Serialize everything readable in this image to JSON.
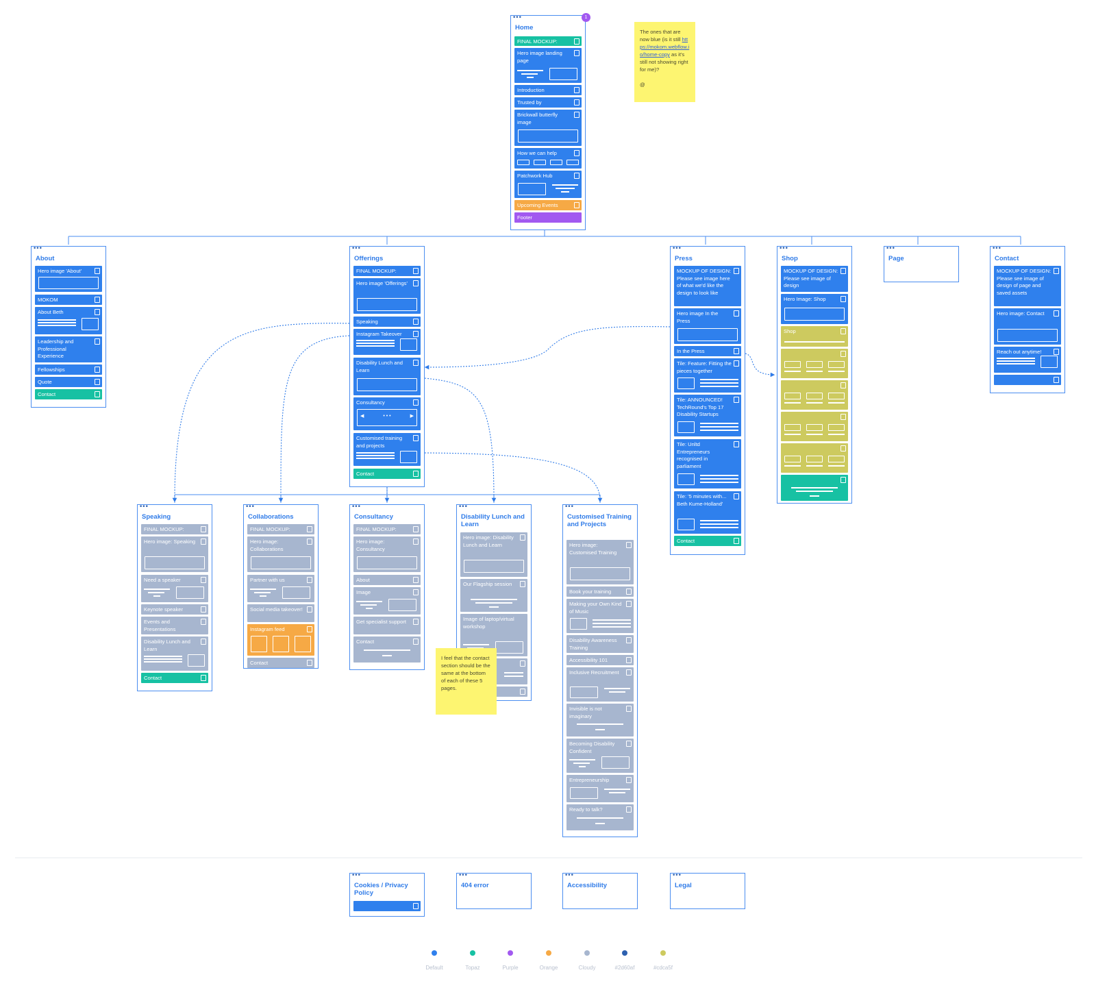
{
  "home": {
    "title": "Home",
    "badge": "1",
    "sections": [
      "FINAL MOCKUP:",
      "Hero image landing page",
      "Introduction",
      "Trusted by",
      "Brickwall butterfly image",
      "How we can help",
      "Patchwork Hub",
      "Upcoming Events",
      "Footer"
    ]
  },
  "about": {
    "title": "About",
    "sections": [
      "Hero image 'About'",
      "MOKOM",
      "About Beth",
      "Leadership and Professional Experience",
      "Fellowships",
      "Quote",
      "Contact"
    ]
  },
  "offerings": {
    "title": "Offerings",
    "sections": [
      "FINAL MOCKUP:",
      "Hero image 'Offerings'",
      "Speaking",
      "Instagram Takeover",
      "Disability Lunch and Learn",
      "Consultancy",
      "Customised training and projects",
      "Contact"
    ]
  },
  "press": {
    "title": "Press",
    "sections": [
      "MOCKUP OF DESIGN: Please see image here of what we'd like the design to look like",
      "Hero image In the Press",
      "In the Press",
      "Tile: Feature: Fitting the pieces together",
      "Tile: ANNOUNCED! TechRound's Top 17 Disability Startups",
      "Tile: Unltd Entrepreneurs recognised in parliament",
      "Tile: '5 minutes with... Beth Kume-Holland'",
      "Contact"
    ]
  },
  "shop": {
    "title": "Shop",
    "sections": [
      "MOCKUP OF DESIGN: Please see image of design",
      "Hero Image: Shop",
      "Shop"
    ]
  },
  "page": {
    "title": "Page"
  },
  "contact": {
    "title": "Contact",
    "sections": [
      "MOCKUP OF DESIGN: Please see image of design of page and saved assets",
      "Hero image: Contact",
      "Reach out anytime!"
    ]
  },
  "speaking": {
    "title": "Speaking",
    "sections": [
      "FINAL MOCKUP:",
      "Hero image: Speaking",
      "Need a speaker",
      "Keynote speaker",
      "Events and Presentations",
      "Disability Lunch and Learn",
      "Contact"
    ]
  },
  "collaborations": {
    "title": "Collaborations",
    "sections": [
      "FINAL MOCKUP:",
      "Hero image: Collaborations",
      "Partner with us",
      "Social media takeover!",
      "Instagram feed",
      "Contact"
    ]
  },
  "consultancy": {
    "title": "Consultancy",
    "sections": [
      "FINAL MOCKUP:",
      "Hero image: Consultancy",
      "About",
      "Image",
      "Get specialist support",
      "Contact"
    ]
  },
  "lunch": {
    "title": "Disability Lunch and Learn",
    "sections": [
      "Hero image: Disability Lunch and Learn",
      "Our Flagship session",
      "Image of laptop/virtual workshop"
    ]
  },
  "training": {
    "title": "Customised Training and Projects",
    "sections": [
      "Hero image: Customised Training",
      "Book your training",
      "Making your Own Kind of Music",
      "Disability Awareness Training",
      "Accessibility 101",
      "Inclusive Recruitment",
      "Invisible is not imaginary",
      "Becoming Disability Confident",
      "Entrepreneurship",
      "Ready to talk?"
    ]
  },
  "cookies": {
    "title": "Cookies / Privacy Policy"
  },
  "error404": {
    "title": "404 error"
  },
  "accessibility": {
    "title": "Accessibility"
  },
  "legal": {
    "title": "Legal"
  },
  "notes": {
    "top_before": "The ones that are now blue (is it still ",
    "top_link": "https://mokom.webflow.io/home-copy",
    "top_after": " as it's still not showing right for me)?",
    "top_at": "@",
    "bottom": "I feel that the contact section should be the same at the bottom of each of these 5 pages."
  },
  "legend": [
    {
      "label": "Default",
      "color": "#2f80ed"
    },
    {
      "label": "Topaz",
      "color": "#17c1a3"
    },
    {
      "label": "Purple",
      "color": "#a259f0"
    },
    {
      "label": "Orange",
      "color": "#f6a945"
    },
    {
      "label": "Cloudy",
      "color": "#a7b6cf"
    },
    {
      "label": "#2d60af",
      "color": "#2d60af"
    },
    {
      "label": "#cdca5f",
      "color": "#cdca5f"
    }
  ]
}
